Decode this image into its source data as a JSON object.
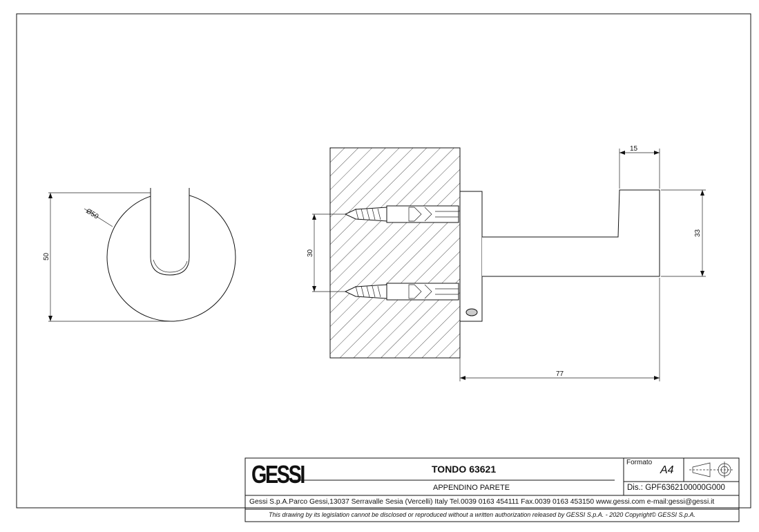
{
  "title_block": {
    "logo_text": "GESSI",
    "product_name": "TONDO 63621",
    "product_description": "APPENDINO PARETE",
    "format_label": "Formato",
    "format_value": "A4",
    "drawing_number": "Dis.: GPF6362100000G000",
    "company_address": "Gessi S.p.A.Parco Gessi,13037 Serravalle Sesia (Vercelli) Italy Tel.0039 0163 454111 Fax.0039 0163 453150 www.gessi.com e-mail:gessi@gessi.it",
    "disclaimer": "This drawing by its legislation cannot be disclosed or reproduced without a written authorization released by GESSI S.p.A. - 2020 Copyright© GESSI S.p.A."
  },
  "dimensions": {
    "side_height": "50",
    "side_diameter": "Ø50",
    "screw_spacing": "30",
    "hook_width": "15",
    "hook_height": "33",
    "total_depth": "77"
  }
}
